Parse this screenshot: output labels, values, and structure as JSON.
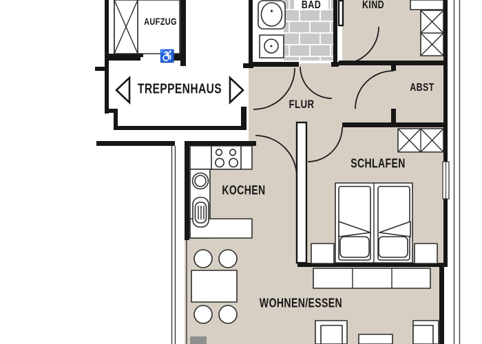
{
  "plan": {
    "type": "apartment-floor-plan",
    "language": "de",
    "rooms": {
      "aufzug": "AUFZUG",
      "treppenhaus": "TREPPENHAUS",
      "bad": "BAD",
      "kind": "KIND",
      "abst": "ABST",
      "flur": "FLUR",
      "kochen": "KOCHEN",
      "schlafen": "SCHLAFEN",
      "wohnen_essen": "WOHNEN/ESSEN"
    },
    "icons": {
      "wheelchair": "♿"
    },
    "colors": {
      "background": "#ffffff",
      "floor": "#d8cfc4",
      "tile": "#c9c9c9",
      "grout": "#ffffff",
      "wall": "#161616"
    }
  }
}
